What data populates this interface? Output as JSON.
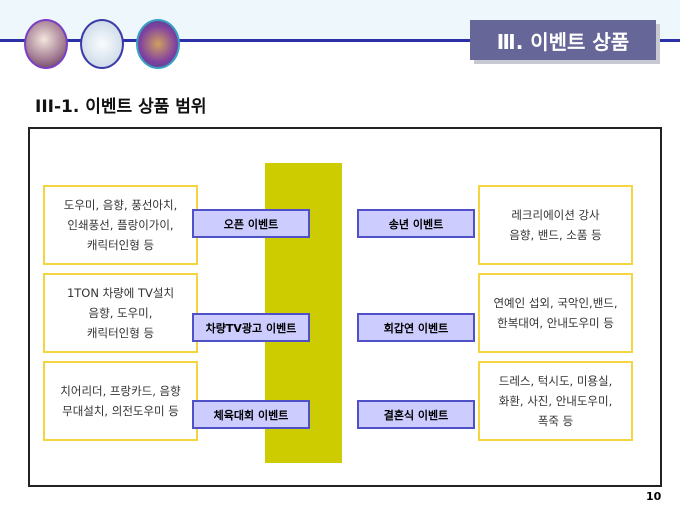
{
  "header": {
    "section_title": "Ⅲ. 이벤트 상품",
    "subtitle": "III-1. 이벤트 상품 범위"
  },
  "left": [
    {
      "label": "오픈 이벤트",
      "desc": "도우미, 음향, 풍선아치,\n인쇄풍선, 플랑이가이,\n캐릭터인형 등"
    },
    {
      "label": "차량TV광고 이벤트",
      "desc": "1TON 차량에 TV설치\n음향, 도우미,\n캐릭터인형 등"
    },
    {
      "label": "체육대회 이벤트",
      "desc": "치어리더, 프랑카드, 음향\n무대설치, 의전도우미 등"
    }
  ],
  "right": [
    {
      "label": "송년 이벤트",
      "desc": "레크리에이션 강사\n음향, 밴드, 소품 등"
    },
    {
      "label": "회갑연 이벤트",
      "desc": "연예인 섭외, 국악인,밴드,\n한복대여, 안내도우미 등"
    },
    {
      "label": "결혼식 이벤트",
      "desc": "드레스, 턱시도, 미용실,\n화환, 사진, 안내도우미,\n폭죽 등"
    }
  ],
  "page_number": "10"
}
